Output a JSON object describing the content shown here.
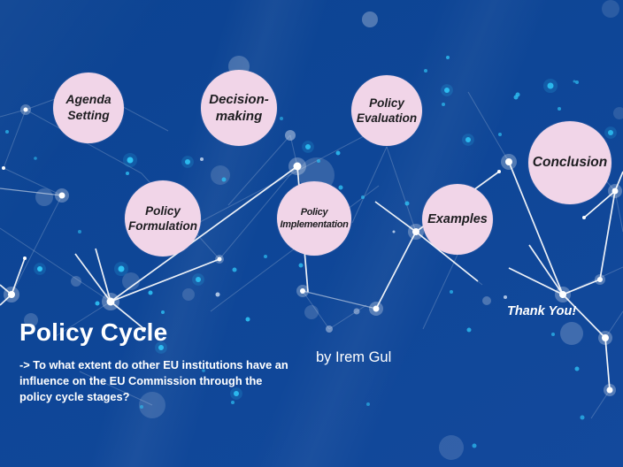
{
  "slide": {
    "title": "Policy Cycle",
    "question": "-> To what extent do other EU institutions have an influence on the EU Commission through the policy cycle stages?",
    "author": "by Irem Gul",
    "thank_you": "Thank You!"
  },
  "bubbles": [
    {
      "id": "agenda-setting",
      "label": "Agenda\nSetting"
    },
    {
      "id": "decision-making",
      "label": "Decision-\nmaking"
    },
    {
      "id": "policy-evaluation",
      "label": "Policy\nEvaluation"
    },
    {
      "id": "conclusion",
      "label": "Conclusion"
    },
    {
      "id": "policy-formulation",
      "label": "Policy\nFormulation"
    },
    {
      "id": "policy-implementation",
      "label": "Policy\nImplementation"
    },
    {
      "id": "examples",
      "label": "Examples"
    }
  ],
  "colors": {
    "background_blue": "#0e4697",
    "bubble_pink": "#f1d5e8",
    "bubble_text": "#1d1d20",
    "text_white": "#ffffff",
    "accent_cyan": "#2ec1f4"
  }
}
